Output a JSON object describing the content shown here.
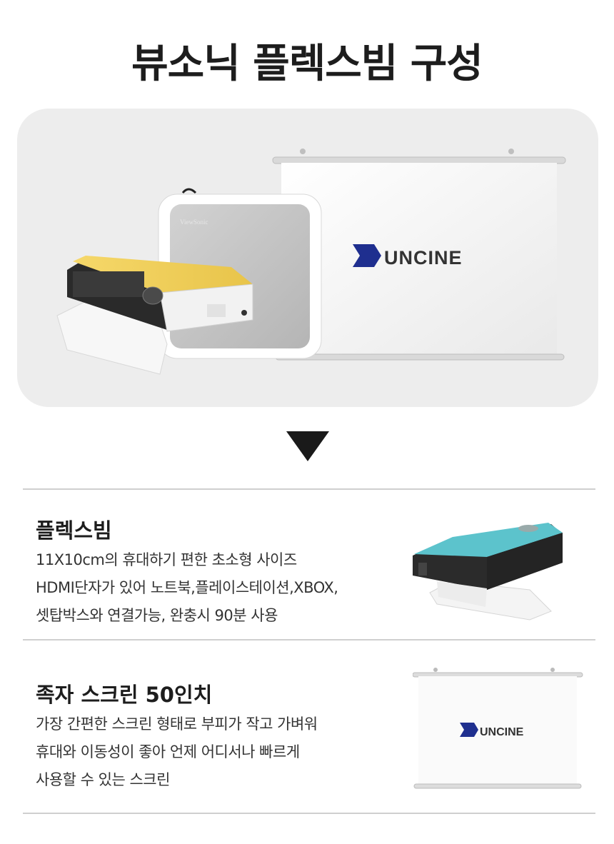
{
  "title": "뷰소닉 플렉스빔 구성",
  "hero": {
    "screen_logo": "UNCINE",
    "projector_brand": "ViewSonic"
  },
  "sections": [
    {
      "title": "플렉스빔",
      "lines": [
        "11X10cm의 휴대하기 편한 초소형 사이즈",
        "HDMI단자가 있어 노트북,플레이스테이션,XBOX,",
        "셋탑박스와 연결가능, 완충시 90분 사용"
      ]
    },
    {
      "title": "족자 스크린 50인치",
      "lines": [
        "가장 간편한 스크린 형태로 부피가 작고 가벼워",
        "휴대와 이동성이 좋아 언제 어디서나 빠르게",
        "사용할 수 있는 스크린"
      ],
      "screen_logo": "UNCINE"
    }
  ],
  "colors": {
    "hero_bg": "#ededed",
    "logo_blue": "#1f2f8f",
    "projector_yellow": "#f2cf55",
    "projector_teal": "#5cc3cc"
  }
}
